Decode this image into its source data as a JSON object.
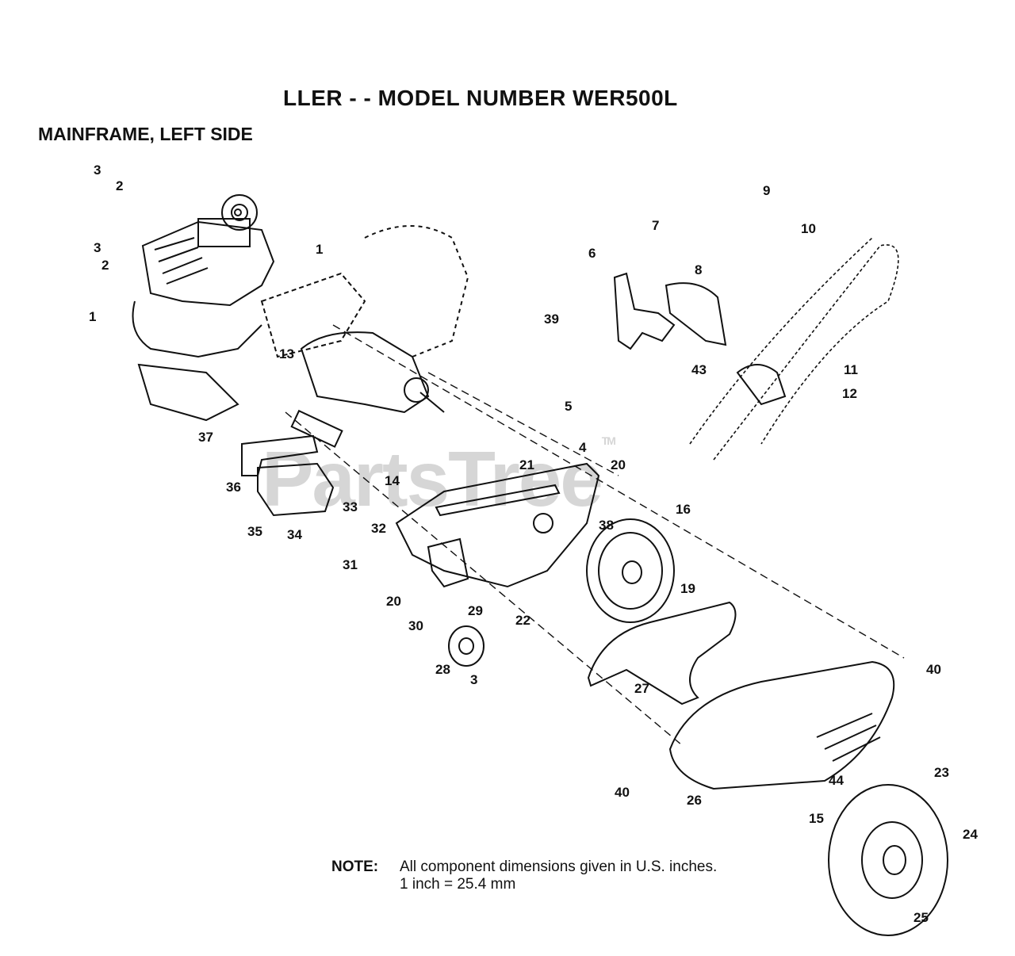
{
  "title": "LLER - - MODEL NUMBER WER500L",
  "subtitle": "MAINFRAME, LEFT SIDE",
  "note": {
    "label": "NOTE:",
    "line1": "All component dimensions given in U.S. inches.",
    "line2": "1 inch = 25.4 mm"
  },
  "watermark": "PartsTree",
  "watermark_mark": "TM",
  "callouts": [
    "3",
    "2",
    "3",
    "2",
    "1",
    "1",
    "13",
    "37",
    "36",
    "35",
    "34",
    "33",
    "32",
    "31",
    "14",
    "21",
    "4",
    "20",
    "38",
    "16",
    "19",
    "20",
    "30",
    "29",
    "22",
    "28",
    "3",
    "27",
    "40",
    "40",
    "26",
    "15",
    "44",
    "23",
    "24",
    "25",
    "6",
    "7",
    "39",
    "5",
    "43",
    "8",
    "9",
    "10",
    "11",
    "12"
  ]
}
